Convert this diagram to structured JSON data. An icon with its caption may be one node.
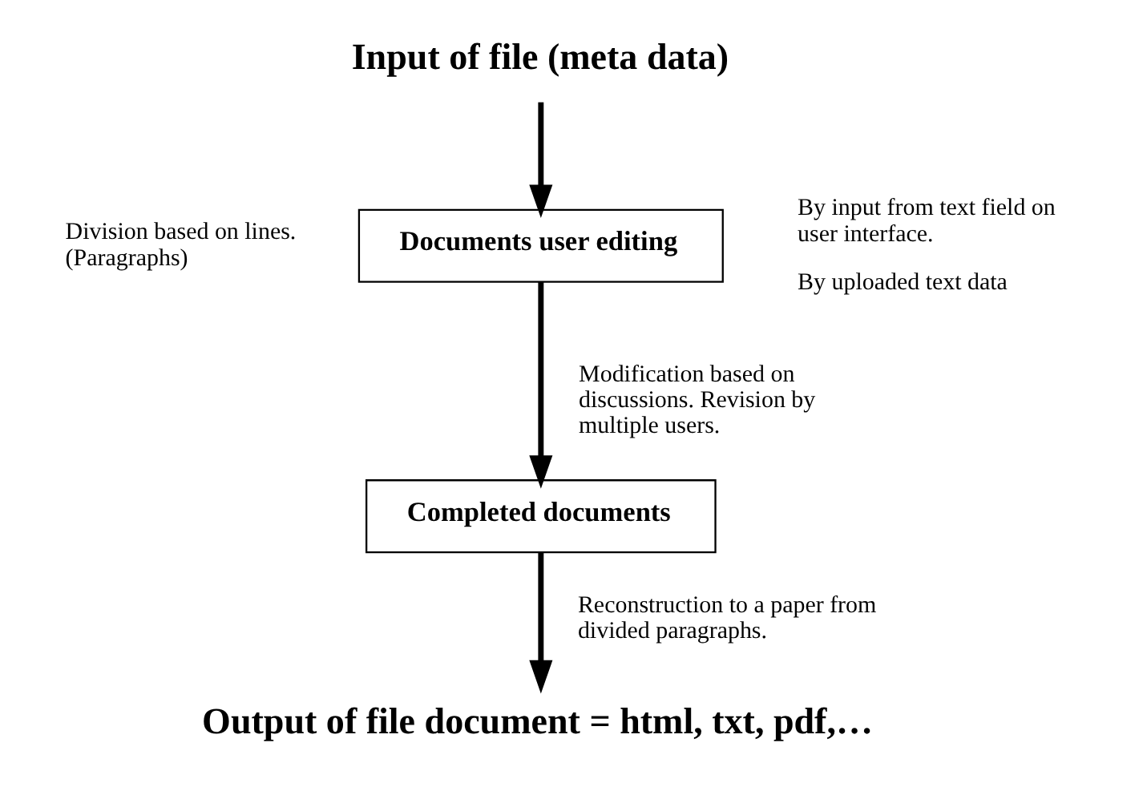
{
  "diagram": {
    "nodes": [
      {
        "text": [
          "Input of file (meta data)"
        ]
      },
      {
        "text": [
          "Documents user editing"
        ],
        "beside": [
          "Division based on lines. (Paragraphs)",
          "By input from text field on user interface.",
          "By uploaded text data"
        ]
      },
      {
        "text": [
          "Completed documents"
        ]
      },
      {
        "text": [
          "Output of file document = html, txt, pdf,…"
        ]
      }
    ],
    "edges": [
      {
        "from": 0,
        "to": 1,
        "arrow": "to"
      },
      {
        "from": 1,
        "to": 2,
        "arrow": "to",
        "label": "Modification based on discussions. Revision by multiple users."
      },
      {
        "from": 2,
        "to": 3,
        "arrow": "to",
        "label": "Reconstruction to a paper from divided paragraphs."
      }
    ]
  }
}
